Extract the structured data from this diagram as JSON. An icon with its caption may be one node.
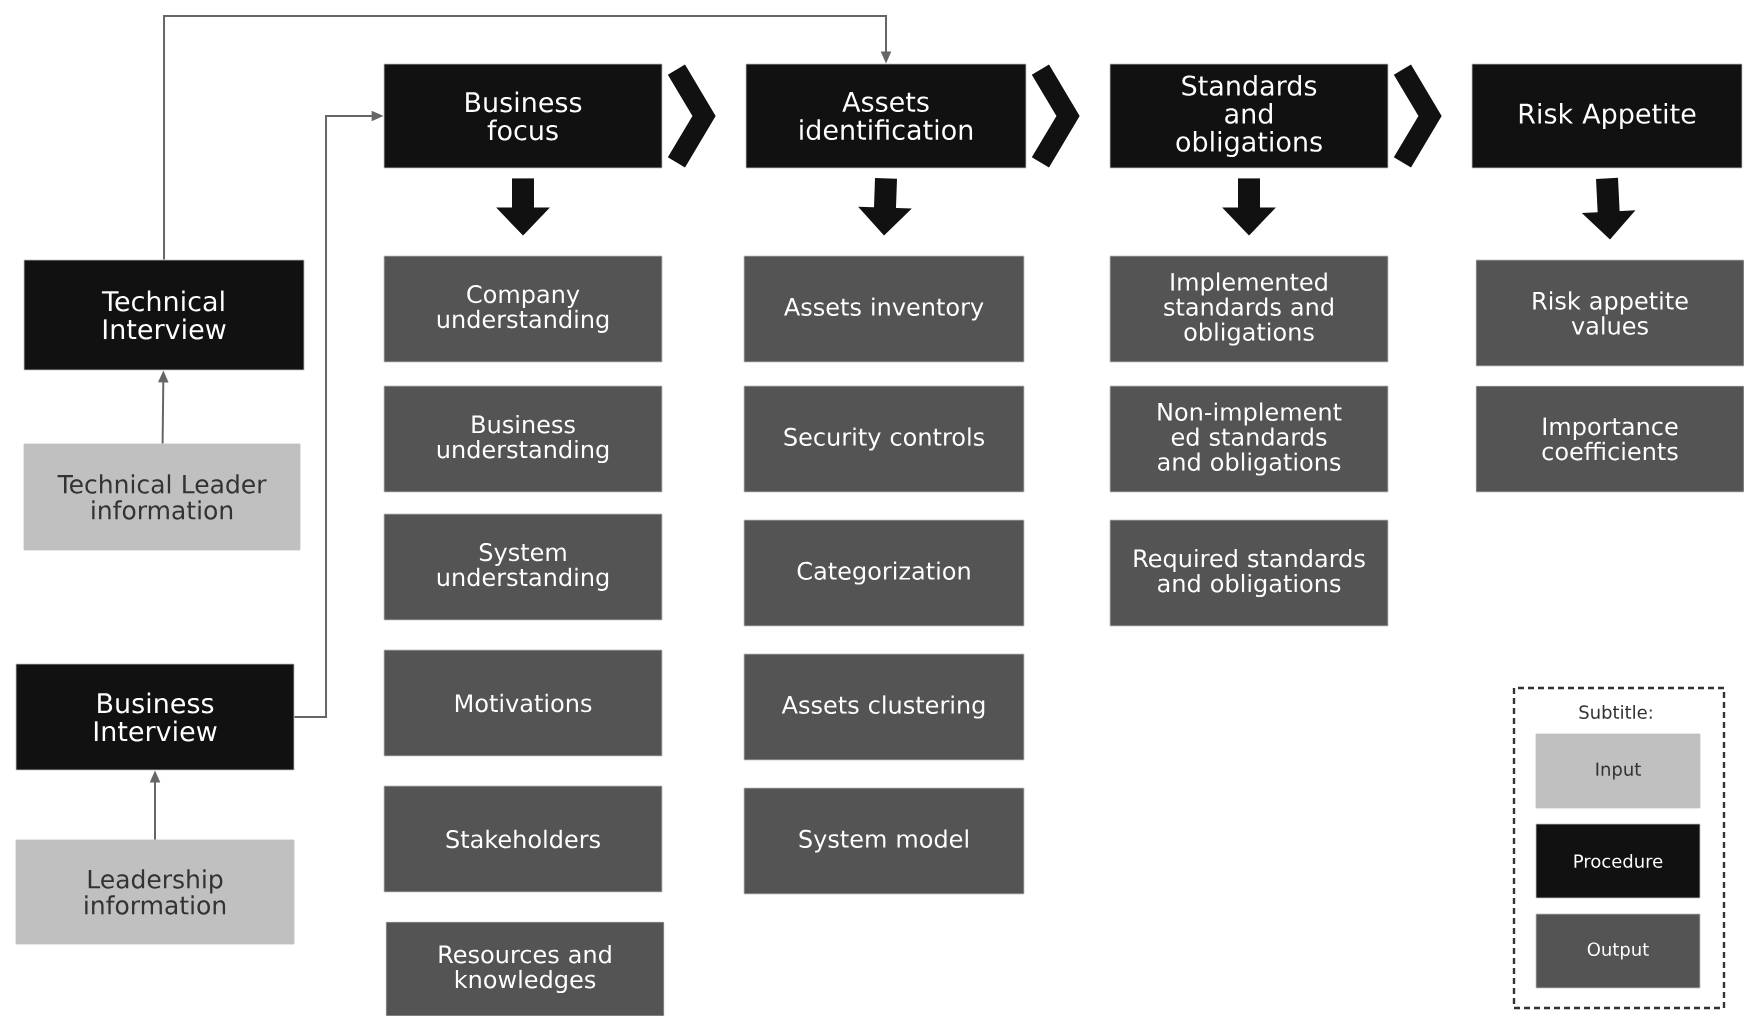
{
  "diagram": {
    "nodes": [
      {
        "text": [
          "Technical Interview"
        ]
      },
      {
        "text": [
          "Technical Leader information"
        ]
      },
      {
        "text": [
          "Business Interview"
        ]
      },
      {
        "text": [
          "Leadership information"
        ]
      },
      {
        "text": [
          "Business focus"
        ]
      },
      {
        "text": [
          "Assets identification"
        ]
      },
      {
        "text": [
          "Standards and obligations"
        ]
      },
      {
        "text": [
          "Risk Appetite"
        ]
      },
      {
        "text": [
          "Company understanding"
        ]
      },
      {
        "text": [
          "Business understanding"
        ]
      },
      {
        "text": [
          "System understanding"
        ]
      },
      {
        "text": [
          "Motivations"
        ]
      },
      {
        "text": [
          "Stakeholders"
        ]
      },
      {
        "text": [
          "Resources and knowledges"
        ]
      },
      {
        "text": [
          "Assets inventory"
        ]
      },
      {
        "text": [
          "Security controls"
        ]
      },
      {
        "text": [
          "Categorization"
        ]
      },
      {
        "text": [
          "Assets clustering"
        ]
      },
      {
        "text": [
          "System model"
        ]
      },
      {
        "text": [
          "Implemented standards and obligations"
        ]
      },
      {
        "text": [
          "Non-implement ed standards and obligations"
        ]
      },
      {
        "text": [
          "Required standards and obligations"
        ]
      },
      {
        "text": [
          "Risk appetite values"
        ]
      },
      {
        "text": [
          "Importance coefficients"
        ]
      }
    ],
    "edges": [
      {
        "from": 1,
        "to": 0,
        "arrow": "to"
      },
      {
        "from": 3,
        "to": 2,
        "arrow": "to"
      },
      {
        "from": 0,
        "to": 5,
        "arrow": "to"
      },
      {
        "from": 2,
        "to": 4,
        "arrow": "to"
      },
      {
        "from": 4,
        "to": 5,
        "arrow": "to"
      },
      {
        "from": 5,
        "to": 6,
        "arrow": "to"
      },
      {
        "from": 6,
        "to": 7,
        "arrow": "to"
      },
      {
        "from": 4,
        "to": 8,
        "arrow": "to"
      },
      {
        "from": 5,
        "to": 14,
        "arrow": "to"
      },
      {
        "from": 6,
        "to": 19,
        "arrow": "to"
      },
      {
        "from": 7,
        "to": 22,
        "arrow": "to"
      }
    ],
    "labels": [
      "Subtitle:"
    ],
    "legend": [
      {
        "text": "Input",
        "color": "#c0c0c0"
      },
      {
        "text": "Procedure",
        "color": "#111111"
      },
      {
        "text": "Output",
        "color": "#545454"
      }
    ]
  }
}
